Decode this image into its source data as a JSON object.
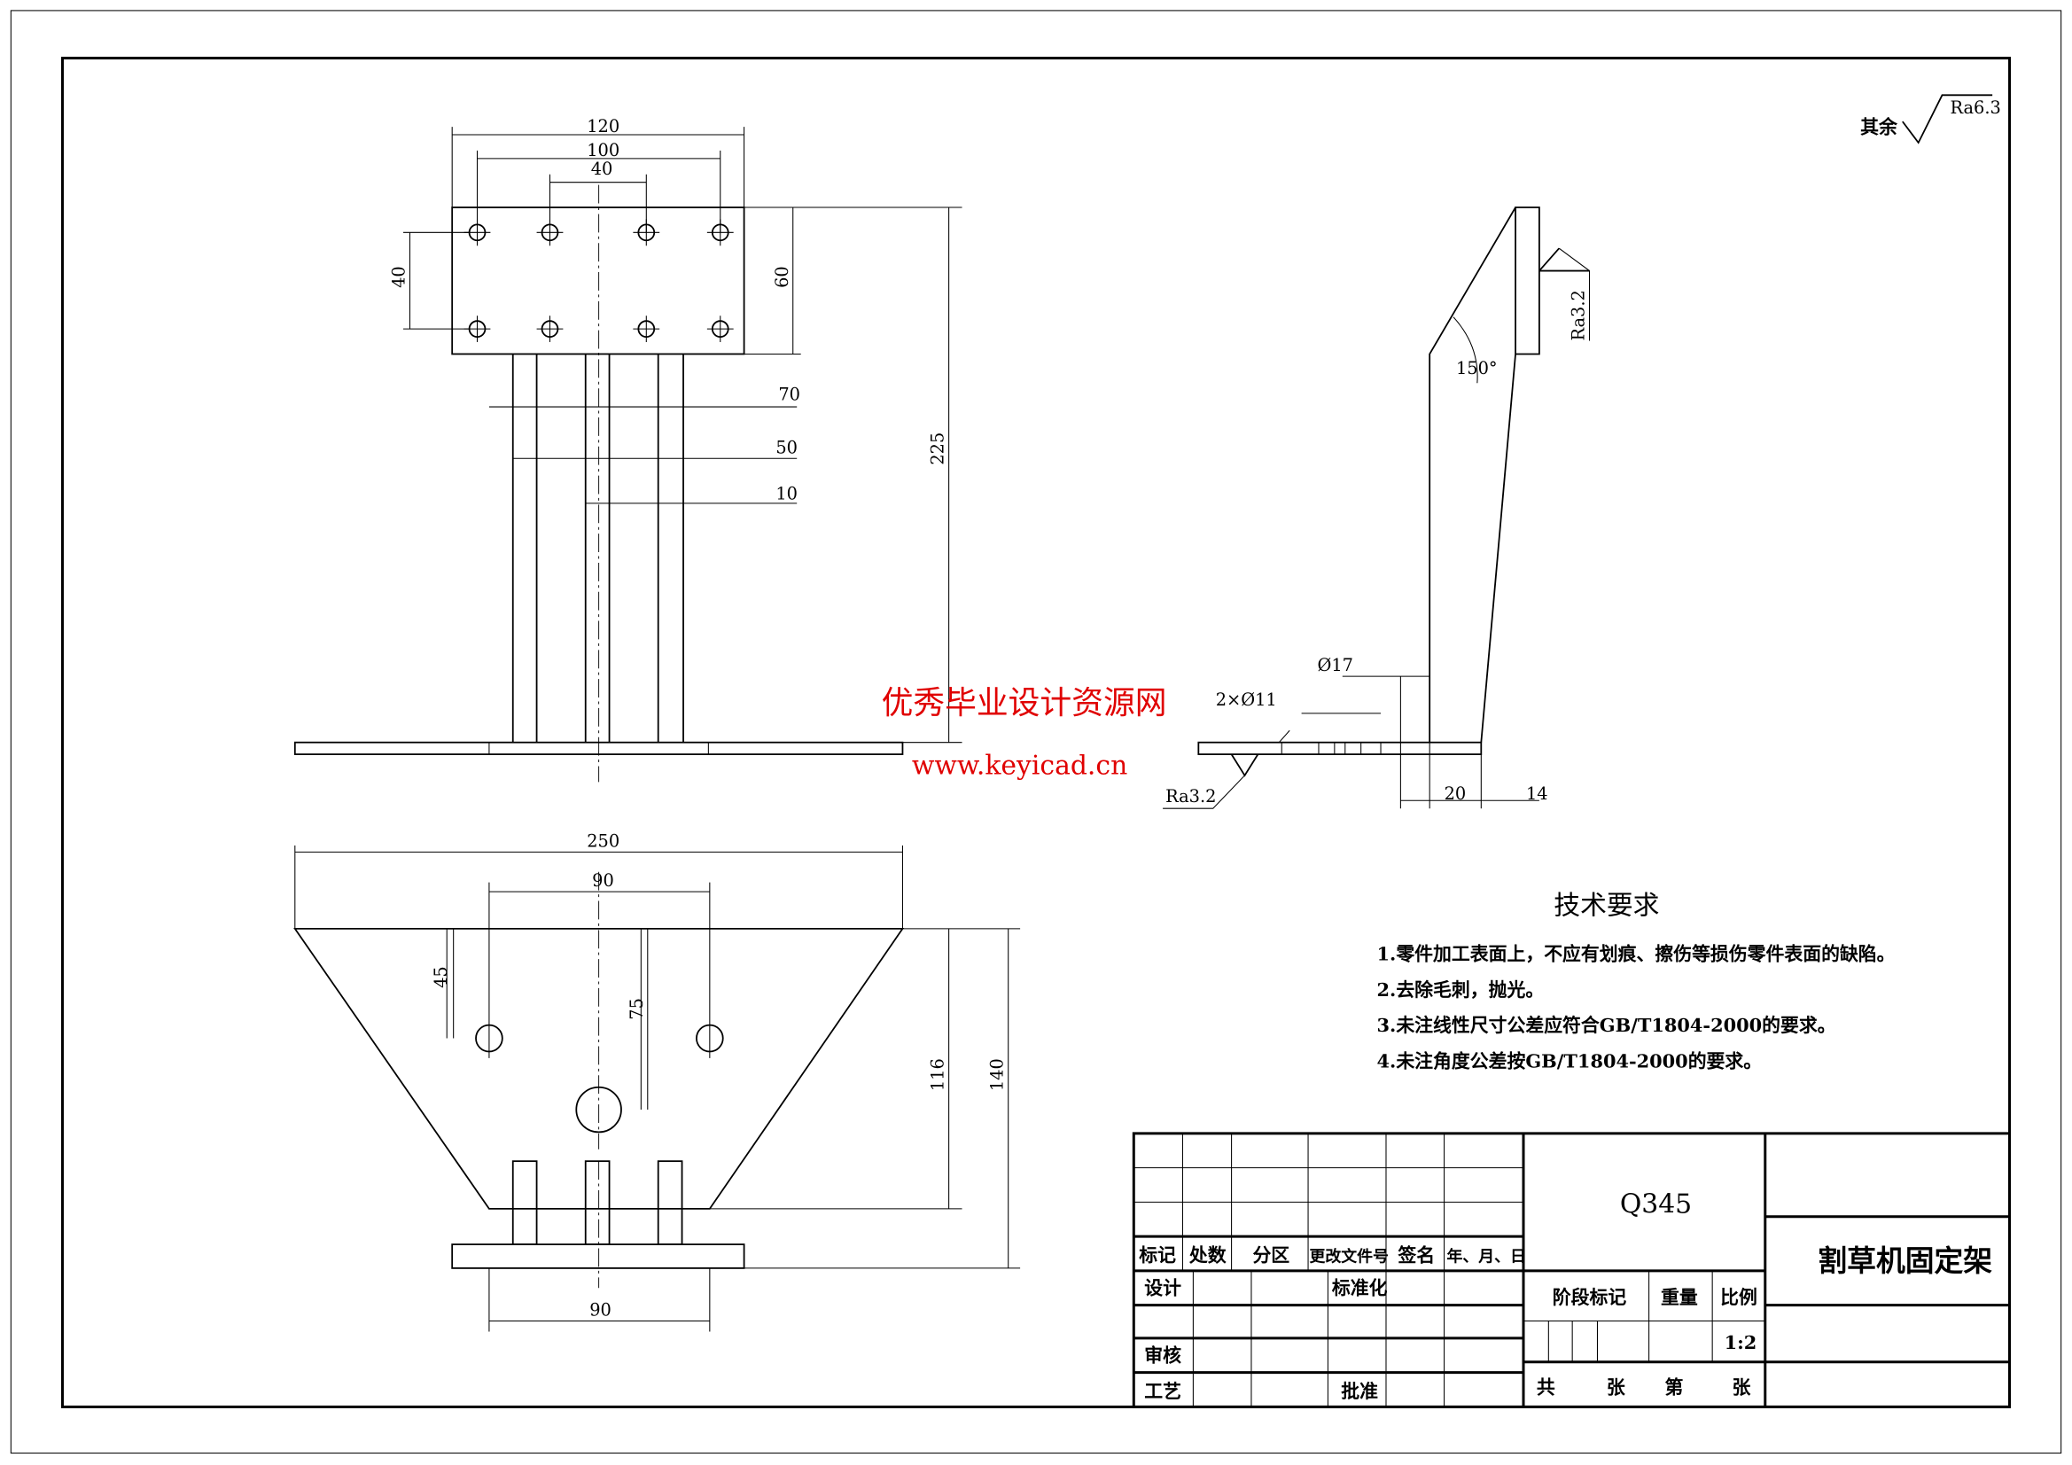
{
  "surface_note": {
    "prefix": "其余",
    "roughness": "Ra6.3"
  },
  "front_view": {
    "dims": {
      "top_width": "120",
      "hole_span_outer": "100",
      "hole_span_inner": "40",
      "hole_vertical": "40",
      "plate_height": "60",
      "total_height": "225",
      "rib_70": "70",
      "rib_50": "50",
      "rib_10": "10"
    }
  },
  "side_view": {
    "angle": "150°",
    "roughness_plate": "Ra3.2",
    "roughness_base": "Ra3.2",
    "hole_large": "Ø17",
    "holes_small": "2×Ø11",
    "dim_20": "20",
    "dim_14": "14"
  },
  "top_view": {
    "dims": {
      "width": "250",
      "hole_span": "90",
      "hole_offset": "45",
      "center_hole": "75",
      "height_116": "116",
      "height_140": "140",
      "base_span": "90"
    }
  },
  "watermark": {
    "line1": "优秀毕业设计资源网",
    "line2": "www.keyicad.cn",
    "color": "#e00000"
  },
  "tech_requirements": {
    "title": "技术要求",
    "items": [
      "1.零件加工表面上，不应有划痕、擦伤等损伤零件表面的缺陷。",
      "2.去除毛刺，抛光。",
      "3.未注线性尺寸公差应符合GB/T1804-2000的要求。",
      "4.未注角度公差按GB/T1804-2000的要求。"
    ]
  },
  "title_block": {
    "headers": [
      "标记",
      "处数",
      "分区",
      "更改文件号",
      "签名",
      "年、月、日"
    ],
    "design": "设计",
    "standardize": "标准化",
    "review": "审核",
    "process": "工艺",
    "approve": "批准",
    "material": "Q345",
    "stage": "阶段标记",
    "weight": "重量",
    "scale_label": "比例",
    "scale": "1:2",
    "sheets_total": "共",
    "sheets_unit": "张",
    "sheet_no": "第",
    "sheet_unit2": "张",
    "part_name": "割草机固定架"
  }
}
